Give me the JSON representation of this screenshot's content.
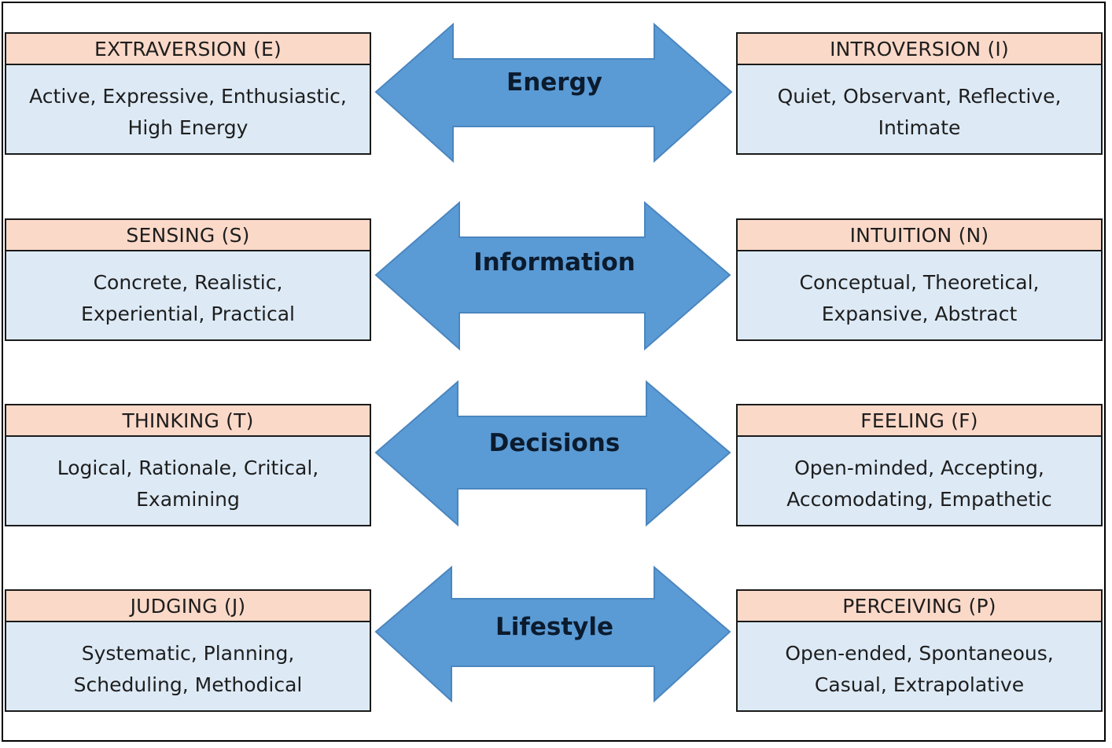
{
  "colors": {
    "header_fill": "#fbd9c8",
    "body_fill": "#ddeaf6",
    "arrow_fill": "#5b9bd5",
    "arrow_stroke": "#4a86bf"
  },
  "rows": [
    {
      "dimension": "Energy",
      "left": {
        "title": "EXTRAVERSION (E)",
        "line1": "Active, Expressive, Enthusiastic,",
        "line2": "High Energy"
      },
      "right": {
        "title": "INTROVERSION (I)",
        "line1": "Quiet, Observant, Reflective,",
        "line2": "Intimate"
      }
    },
    {
      "dimension": "Information",
      "left": {
        "title": "SENSING (S)",
        "line1": "Concrete, Realistic,",
        "line2": "Experiential, Practical"
      },
      "right": {
        "title": "INTUITION (N)",
        "line1": "Conceptual, Theoretical,",
        "line2": "Expansive, Abstract"
      }
    },
    {
      "dimension": "Decisions",
      "left": {
        "title": "THINKING (T)",
        "line1": "Logical, Rationale, Critical,",
        "line2": "Examining"
      },
      "right": {
        "title": "FEELING (F)",
        "line1": "Open-minded, Accepting,",
        "line2": "Accomodating, Empathetic"
      }
    },
    {
      "dimension": "Lifestyle",
      "left": {
        "title": "JUDGING (J)",
        "line1": "Systematic, Planning,",
        "line2": "Scheduling, Methodical"
      },
      "right": {
        "title": "PERCEIVING (P)",
        "line1": "Open-ended, Spontaneous,",
        "line2": "Casual, Extrapolative"
      }
    }
  ]
}
